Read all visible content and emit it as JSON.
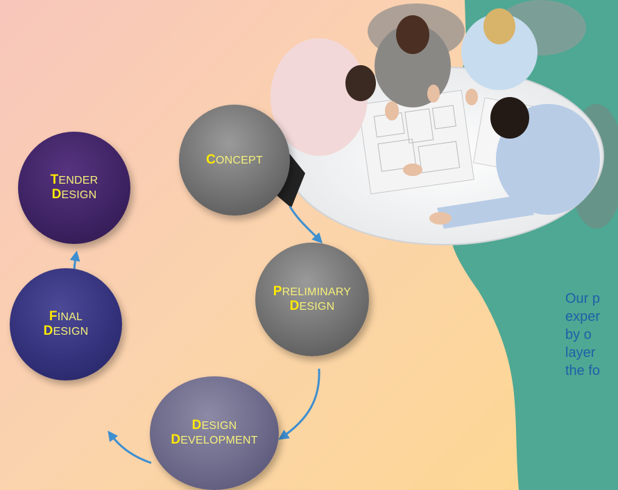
{
  "phases": {
    "concept": [
      "Concept"
    ],
    "preliminary": [
      "Preliminary",
      "Design"
    ],
    "development": [
      "Design",
      "Development"
    ],
    "final": [
      "Final",
      "Design"
    ],
    "tender": [
      "Tender",
      "Design"
    ]
  },
  "description": "Our p\nexper\nby o\nlayer\nthe fo",
  "colors": {
    "letter_highlight": "#ffea00",
    "arrow": "#3d8fd0",
    "teal": "#4ea893",
    "text_blue": "#1f5fa8"
  }
}
